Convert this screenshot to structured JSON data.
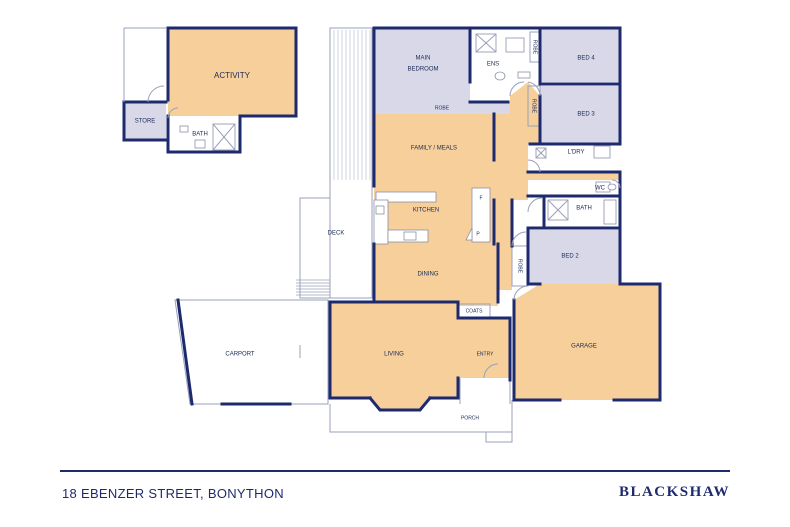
{
  "rooms": {
    "activity": "ACTIVITY",
    "store": "STORE",
    "bath_studio": "BATH",
    "main_bedroom_line1": "MAIN",
    "main_bedroom_line2": "BEDROOM",
    "ens": "ENS",
    "robe_ens": "ROBE",
    "bed4": "BED 4",
    "robe_bed3": "ROBE",
    "bed3": "BED 3",
    "robe_main": "ROBE",
    "family_meals": "FAMILY / MEALS",
    "ldry": "L'DRY",
    "wc": "WC",
    "bath_main": "BATH",
    "kitchen": "KITCHEN",
    "fridge": "F",
    "pantry": "P",
    "deck": "DECK",
    "robe_bed2": "ROBE",
    "bed2": "BED 2",
    "dining": "DINING",
    "coats": "COATS",
    "carport": "CARPORT",
    "living": "LIVING",
    "entry": "ENTRY",
    "garage": "GARAGE",
    "porch": "PORCH"
  },
  "footer": {
    "address": "18 EBENZER STREET, BONYTHON",
    "brand": "BLACKSHAW"
  },
  "colors": {
    "wall": "#1e2a6e",
    "living_area": "#f6cf9a",
    "bedroom_area": "#d9d8e9"
  }
}
